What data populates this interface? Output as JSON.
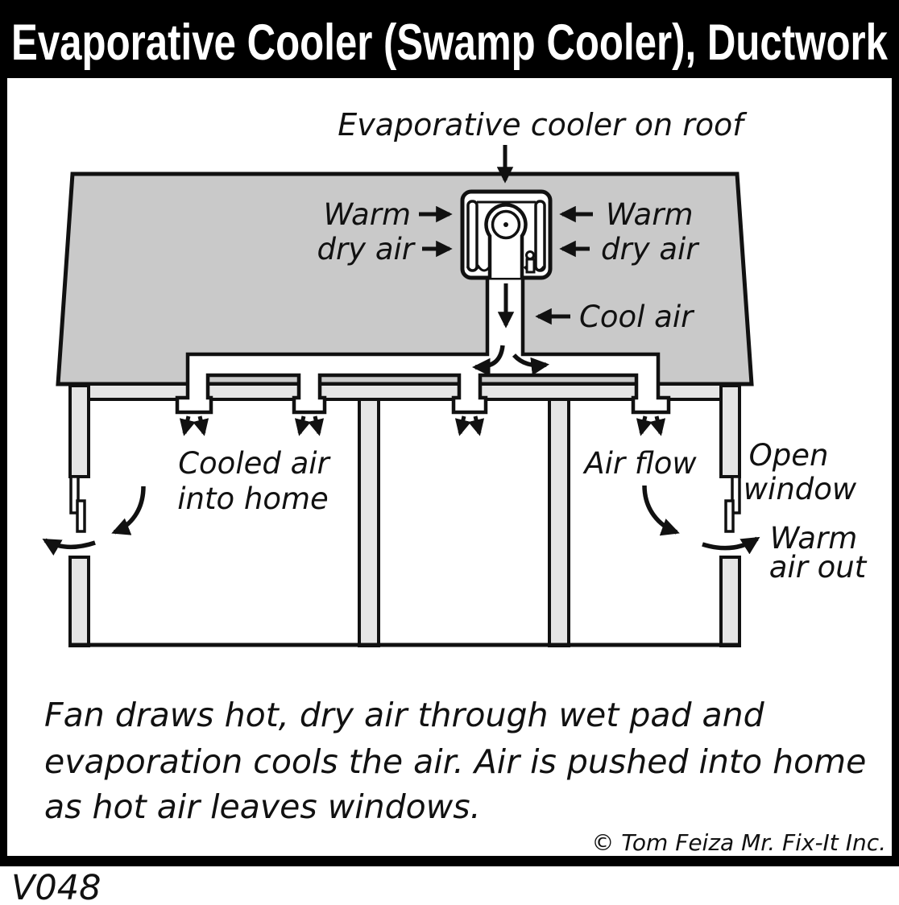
{
  "title_bar": {
    "title": "Evaporative Cooler (Swamp Cooler), Ductwork"
  },
  "diagram": {
    "labels": {
      "cooler_pointer": "Evaporative cooler on roof",
      "warm_left_line1": "Warm",
      "warm_left_line2": "dry air",
      "warm_right_line1": "Warm",
      "warm_right_line2": "dry air",
      "cool_air": "Cool air",
      "cooled_air_line1": "Cooled air",
      "cooled_air_line2": "into home",
      "air_flow": "Air flow",
      "open_window_line1": "Open",
      "open_window_line2": "window",
      "warm_air_out_line1": "Warm",
      "warm_air_out_line2": "air out"
    },
    "colors": {
      "roof_gray": "#c9c9c9",
      "structure_gray": "#e5e5e5",
      "line_black": "#111111",
      "title_bg": "#000000",
      "title_fg": "#ffffff"
    }
  },
  "caption": {
    "line1": "Fan draws hot, dry air through wet pad and",
    "line2": "evaporation cools the air.  Air is pushed into home",
    "line3": "as hot air leaves windows.",
    "copyright": "© Tom Feiza Mr. Fix-It Inc."
  },
  "footer": {
    "code": "V048"
  }
}
